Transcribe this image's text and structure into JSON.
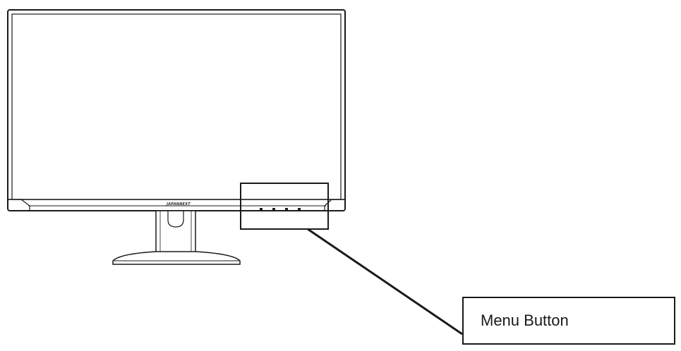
{
  "callout": {
    "label": "Menu Button"
  },
  "monitor": {
    "brand": "JAPANNEXT",
    "menu_button_count": 4
  },
  "colors": {
    "line": "#1a1a1a",
    "background": "#ffffff"
  }
}
